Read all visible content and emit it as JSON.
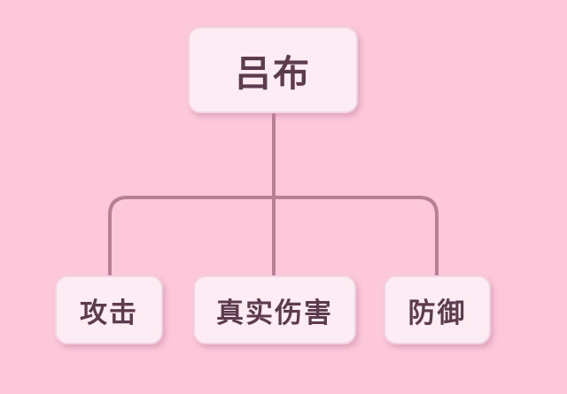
{
  "diagram": {
    "type": "tree",
    "root": {
      "label": "吕布"
    },
    "children": [
      {
        "label": "攻击"
      },
      {
        "label": "真实伤害"
      },
      {
        "label": "防御"
      }
    ],
    "colors": {
      "background": "#fcc8da",
      "node_fill": "#fdecf3",
      "node_border": "#f2d3e1",
      "node_shadow": "#c67e9e",
      "connector": "#b97f95",
      "text": "#5d3b4e"
    }
  }
}
